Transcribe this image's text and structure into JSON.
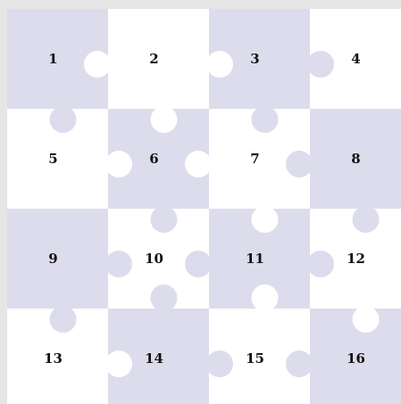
{
  "puzzle": {
    "colors": {
      "background": "#e6e6e6",
      "piece_shaded": "#dcdcec",
      "piece_white": "#ffffff",
      "number": "#111111"
    },
    "pieces": [
      {
        "number": "1",
        "shaded": true
      },
      {
        "number": "2",
        "shaded": false
      },
      {
        "number": "3",
        "shaded": true
      },
      {
        "number": "4",
        "shaded": false
      },
      {
        "number": "5",
        "shaded": false
      },
      {
        "number": "6",
        "shaded": true
      },
      {
        "number": "7",
        "shaded": false
      },
      {
        "number": "8",
        "shaded": true
      },
      {
        "number": "9",
        "shaded": true
      },
      {
        "number": "10",
        "shaded": false
      },
      {
        "number": "11",
        "shaded": true
      },
      {
        "number": "12",
        "shaded": false
      },
      {
        "number": "13",
        "shaded": false
      },
      {
        "number": "14",
        "shaded": true
      },
      {
        "number": "15",
        "shaded": false
      },
      {
        "number": "16",
        "shaded": true
      }
    ]
  }
}
